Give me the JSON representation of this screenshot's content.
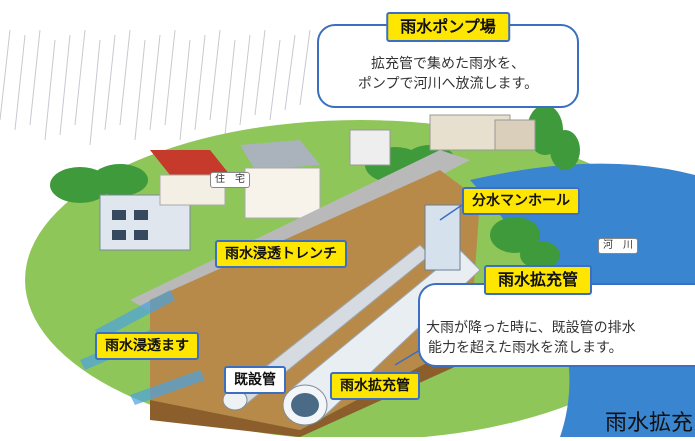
{
  "labels": {
    "pump_station": "雨水ポンプ場",
    "pump_desc_line1": "拡充管で集めた雨水を、",
    "pump_desc_line2": "ポンプで河川へ放流します。",
    "junction_manhole": "分水マンホール",
    "infiltration_trench": "雨水浸透トレンチ",
    "expansion_pipe_title": "雨水拡充管",
    "expansion_desc_line1": "大雨が降った時に、既設管の排水",
    "expansion_desc_line2": "能力を超えた雨水を流します。",
    "infiltration_basin": "雨水浸透ます",
    "existing_pipe": "既設管",
    "expansion_pipe": "雨水拡充管",
    "residence_sign": "住　宅",
    "river_sign": "河　川",
    "bottom_caption": "雨水拡充"
  },
  "colors": {
    "label_fill": "#ffe600",
    "label_border": "#3a6fc4",
    "river": "#3a85cf",
    "ground": "#b88a4a",
    "grass": "#7cc04a",
    "trees": "#3e9a3a"
  }
}
